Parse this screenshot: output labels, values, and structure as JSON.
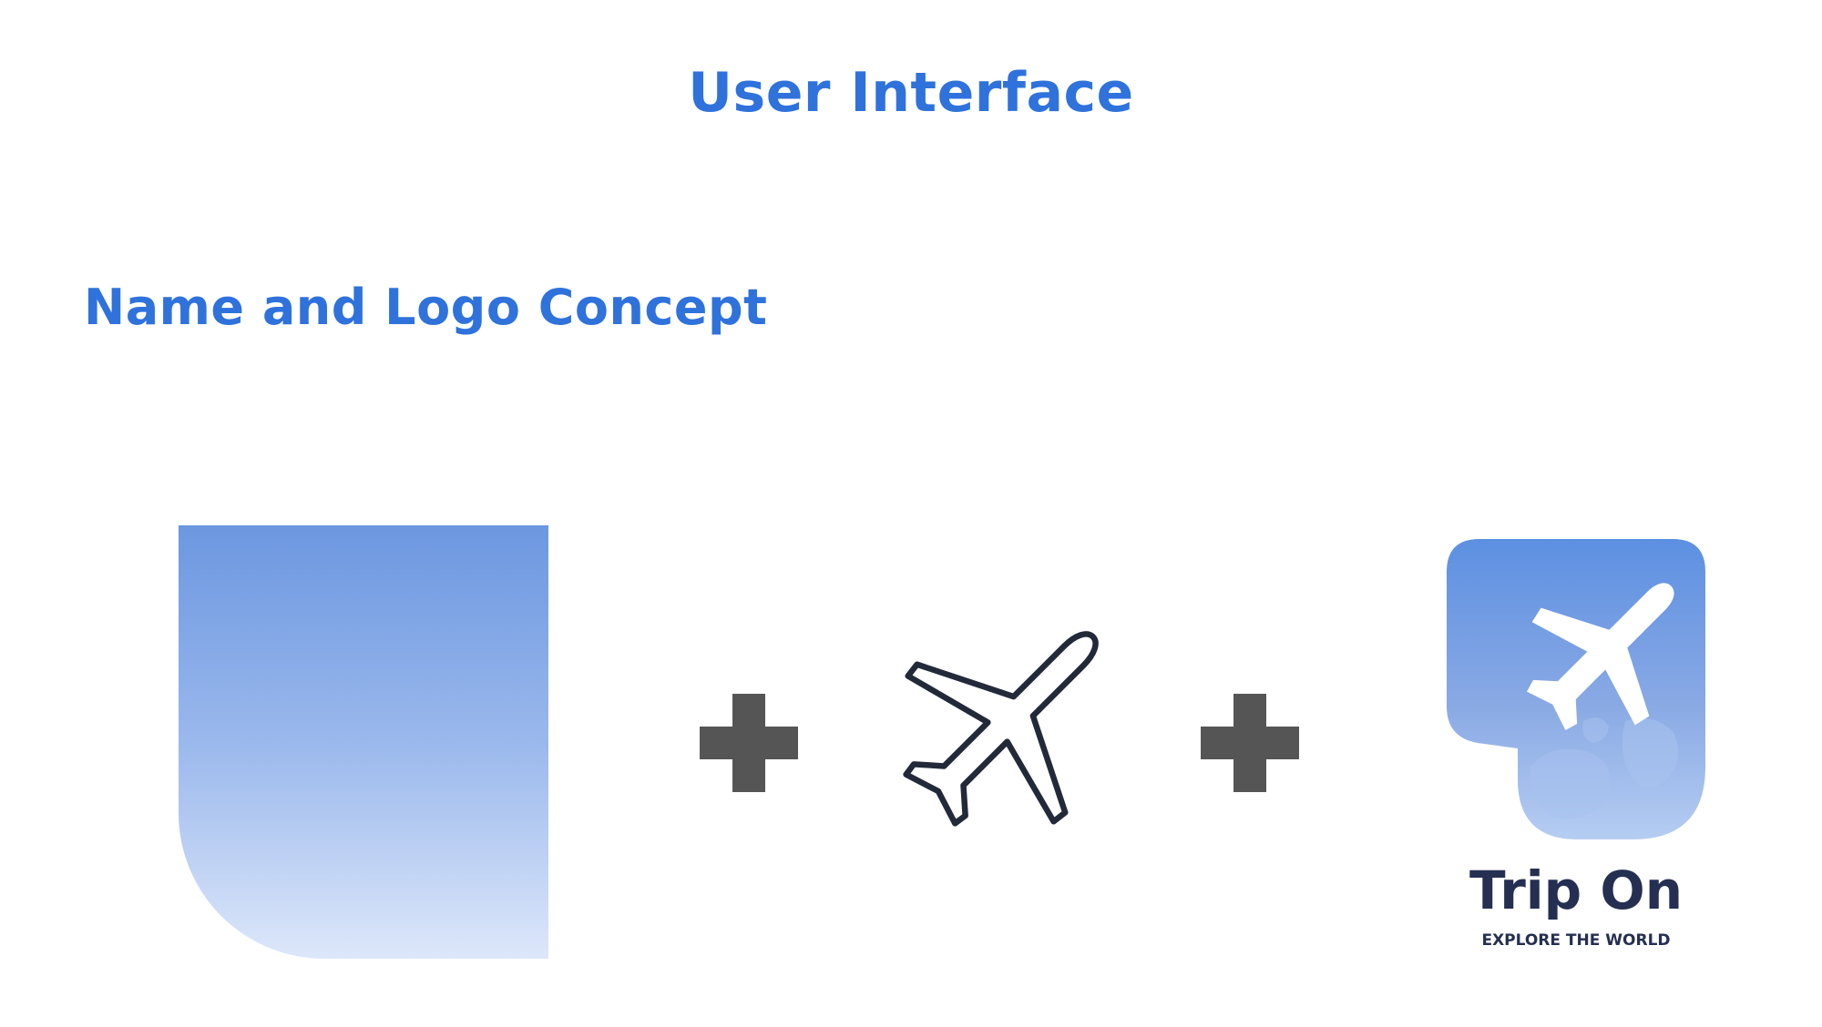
{
  "header": {
    "title": "User Interface"
  },
  "section": {
    "title": "Name and Logo Concept"
  },
  "concept": {
    "shape_icon": "rounded-shield-shape",
    "operator_icon": "plus-icon",
    "plane_icon": "airplane-outline-icon",
    "logo_icon": "trip-on-logo",
    "brand_name": "Trip On",
    "tagline": "EXPLORE THE WORLD"
  },
  "colors": {
    "heading": "#2f72dc",
    "gradient_top": "#6c97e0",
    "gradient_bottom": "#dde7fa",
    "operator": "#555555",
    "plane_stroke": "#222a3a",
    "brand_text": "#252f52"
  }
}
